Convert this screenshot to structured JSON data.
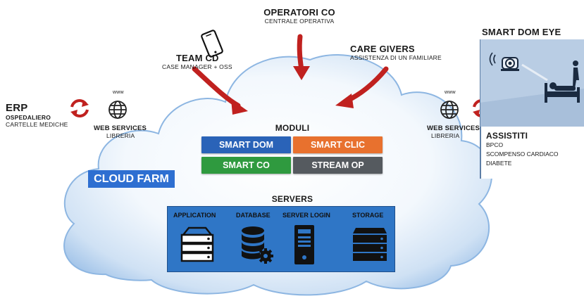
{
  "operatori": {
    "title": "OPERATORI CO",
    "sub": "CENTRALE OPERATIVA"
  },
  "team": {
    "title": "TEAM CD",
    "sub": "CASE MANAGER + OSS"
  },
  "care": {
    "title": "CARE GIVERS",
    "sub": "ASSISTENZA DI UN FAMILIARE"
  },
  "erp": {
    "title": "ERP",
    "sub1": "OSPEDALIERO",
    "sub2": "CARTELLE MEDICHE"
  },
  "ws_left": {
    "www": "www",
    "title": "WEB SERVICES",
    "sub": "LIBRERIA"
  },
  "ws_right": {
    "www": "www",
    "title": "WEB SERVICES",
    "sub": "LIBRERIA"
  },
  "eye": {
    "title": "SMART DOM EYE"
  },
  "assistiti": {
    "title": "ASSISTITI",
    "items": [
      "BPCO",
      "SCOMPENSO CARDIACO",
      "DIABETE"
    ]
  },
  "moduli": {
    "title": "MODULI",
    "smart_dom": "SMART DOM",
    "smart_clic": "SMART CLIC",
    "smart_co": "SMART CO",
    "stream_op": "STREAM OP"
  },
  "cloud_farm": "CLOUD FARM",
  "servers": {
    "title": "SERVERS",
    "application": "APPLICATION",
    "database": "DATABASE",
    "server_login": "SERVER LOGIN",
    "storage": "STORAGE"
  },
  "colors": {
    "smart_dom": "#2a63b8",
    "smart_clic": "#e8712e",
    "smart_co": "#2f9a3f",
    "stream_op": "#555a5f",
    "arrow": "#c0211f",
    "cloud_farm": "#2e6fd1"
  }
}
